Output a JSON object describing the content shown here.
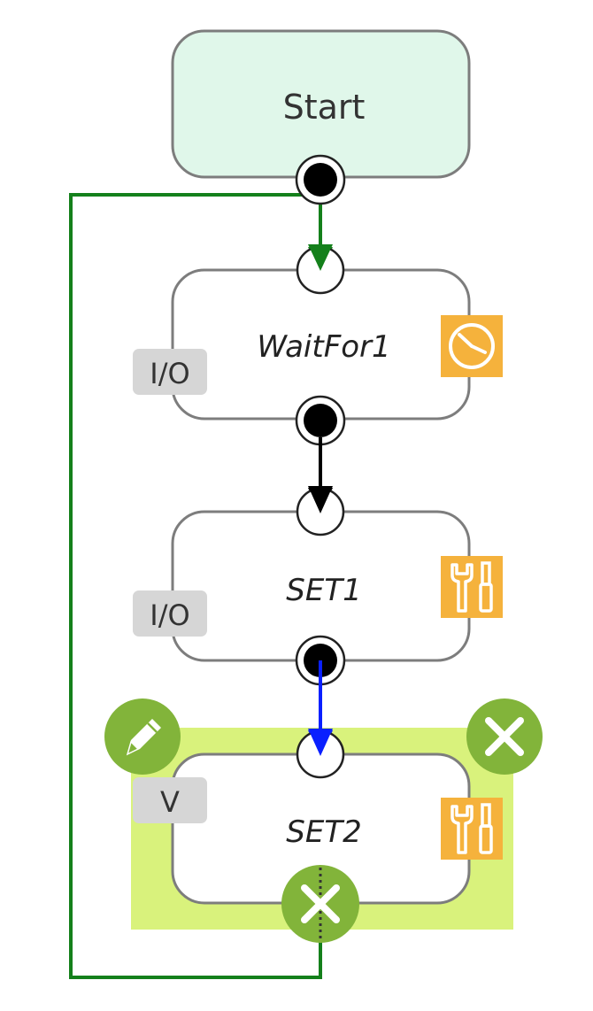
{
  "colors": {
    "start_fill": "#e0f7ea",
    "node_fill": "#ffffff",
    "node_stroke": "#7d7d7d",
    "selection_fill": "#d9f27c",
    "action_green": "#82b43a",
    "icon_orange": "#f5b23c",
    "badge_fill": "#d6d6d6",
    "edge_green": "#14801b",
    "edge_black": "#000000",
    "edge_blue": "#0a20ff"
  },
  "nodes": {
    "start": {
      "label": "Start"
    },
    "waitfor1": {
      "label": "WaitFor1",
      "badge": "I/O",
      "icon": "clock-icon"
    },
    "set1": {
      "label": "SET1",
      "badge": "I/O",
      "icon": "wrench-screwdriver-icon"
    },
    "set2": {
      "label": "SET2",
      "badge": "V",
      "icon": "wrench-screwdriver-icon",
      "selected": true
    }
  },
  "actions": {
    "edit": {
      "icon": "pencil-icon"
    },
    "delete": {
      "icon": "close-icon"
    },
    "disconnect": {
      "icon": "close-icon"
    }
  },
  "edges": [
    {
      "from": "start",
      "to": "waitfor1",
      "color": "green"
    },
    {
      "from": "waitfor1",
      "to": "set1",
      "color": "black"
    },
    {
      "from": "set1",
      "to": "set2",
      "color": "blue"
    },
    {
      "from": "set2",
      "to": "start",
      "color": "green"
    }
  ]
}
